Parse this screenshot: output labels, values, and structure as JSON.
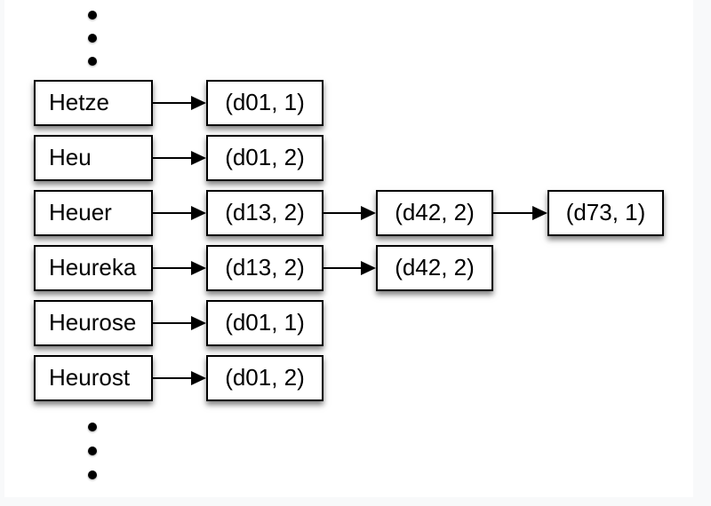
{
  "page": {
    "outer_background": "#f8f9fa",
    "canvas_background": "#ffffff"
  },
  "diagram": {
    "type": "inverted-index",
    "colors": {
      "box_border": "#000000",
      "box_fill": "#ffffff",
      "text": "#000000",
      "arrow": "#000000",
      "dot": "#000000",
      "shadow": "rgba(0,0,0,0.5)"
    },
    "ellipsis_top_dots": 3,
    "ellipsis_bottom_dots": 3,
    "rows": [
      {
        "term": "Hetze",
        "postings": [
          "(d01, 1)"
        ]
      },
      {
        "term": "Heu",
        "postings": [
          "(d01, 2)"
        ]
      },
      {
        "term": "Heuer",
        "postings": [
          "(d13, 2)",
          "(d42, 2)",
          "(d73, 1)"
        ]
      },
      {
        "term": "Heureka",
        "postings": [
          "(d13, 2)",
          "(d42, 2)"
        ]
      },
      {
        "term": "Heurose",
        "postings": [
          "(d01, 1)"
        ]
      },
      {
        "term": "Heurost",
        "postings": [
          "(d01, 2)"
        ]
      }
    ]
  }
}
